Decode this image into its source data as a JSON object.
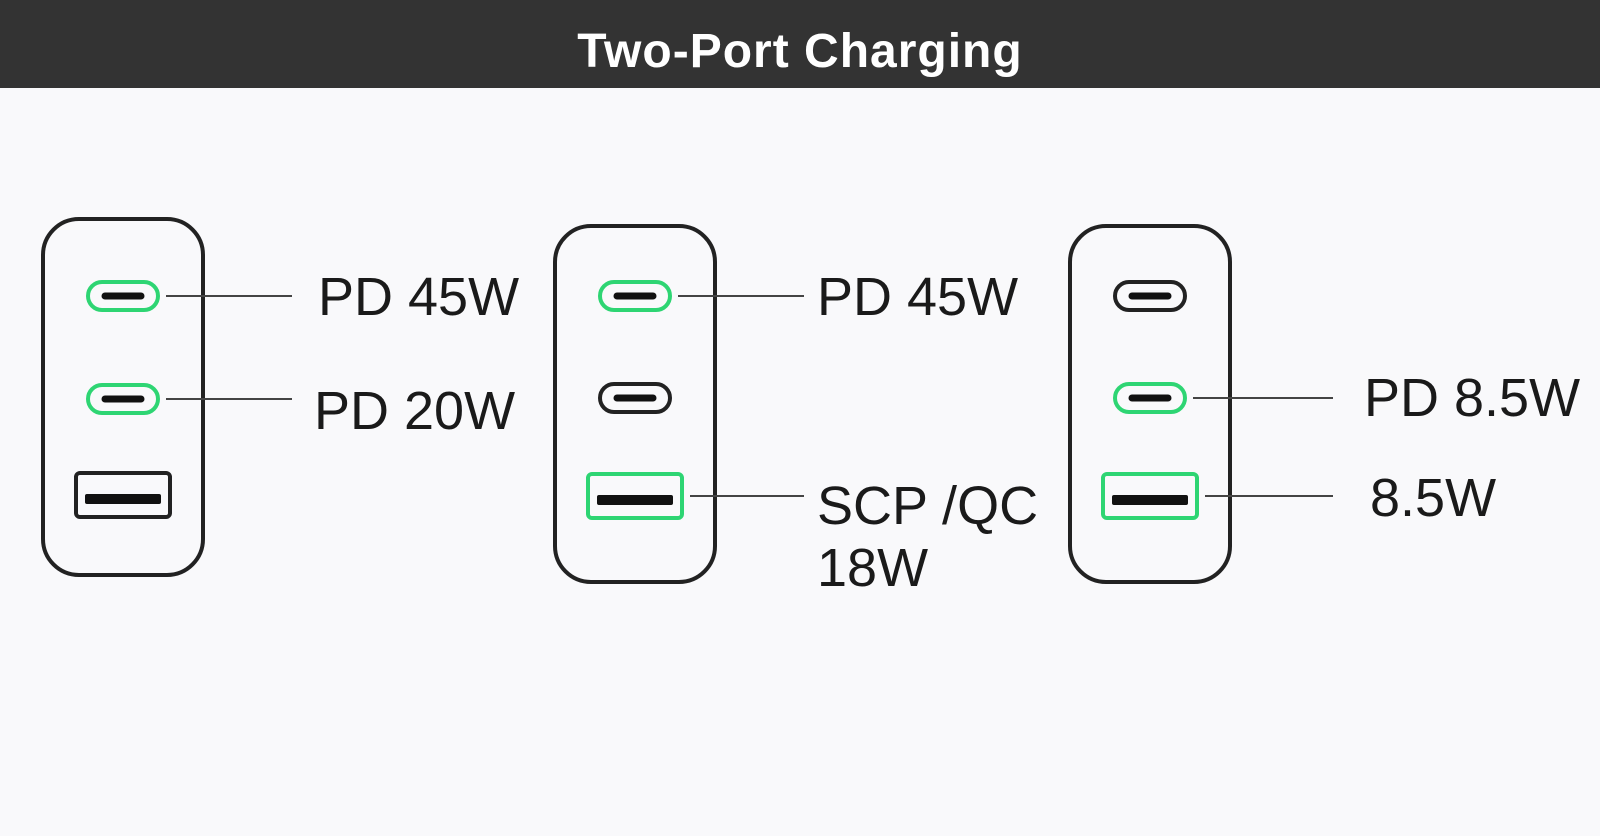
{
  "header": {
    "title": "Two-Port Charging"
  },
  "colors": {
    "header_bg": "#333333",
    "header_text": "#ffffff",
    "background": "#f9f9fb",
    "outline": "#222222",
    "active_port": "#2ed573",
    "label_text": "#1a1a1a",
    "leader_line": "#444444"
  },
  "chargers": [
    {
      "ports": [
        {
          "type": "usb-c",
          "active": true
        },
        {
          "type": "usb-c",
          "active": true
        },
        {
          "type": "usb-a",
          "active": false
        }
      ],
      "labels": [
        {
          "port": 0,
          "lines": [
            "PD 45W"
          ]
        },
        {
          "port": 1,
          "lines": [
            "PD 20W"
          ]
        }
      ]
    },
    {
      "ports": [
        {
          "type": "usb-c",
          "active": true
        },
        {
          "type": "usb-c",
          "active": false
        },
        {
          "type": "usb-a",
          "active": true
        }
      ],
      "labels": [
        {
          "port": 0,
          "lines": [
            "PD 45W"
          ]
        },
        {
          "port": 2,
          "lines": [
            "SCP /QC",
            "18W"
          ]
        }
      ]
    },
    {
      "ports": [
        {
          "type": "usb-c",
          "active": false
        },
        {
          "type": "usb-c",
          "active": true
        },
        {
          "type": "usb-a",
          "active": true
        }
      ],
      "labels": [
        {
          "port": 1,
          "lines": [
            "PD 8.5W"
          ]
        },
        {
          "port": 2,
          "lines": [
            "8.5W"
          ]
        }
      ]
    }
  ]
}
